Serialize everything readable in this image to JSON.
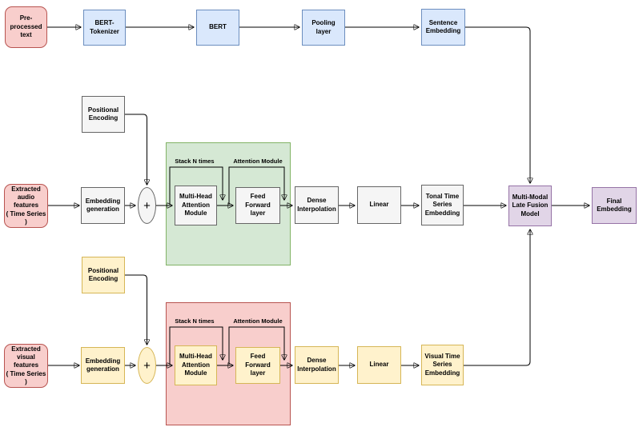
{
  "colors": {
    "pink_fill": "#F8CECC",
    "pink_border": "#B85450",
    "blue_fill": "#DAE8FC",
    "blue_border": "#6C8EBF",
    "gray_fill": "#F5F5F5",
    "gray_border": "#666666",
    "green_fill": "#D5E8D4",
    "green_border": "#82B366",
    "yellow_fill": "#FFF2CC",
    "yellow_border": "#D6B656",
    "purple_fill": "#E1D5E7",
    "purple_border": "#9673A6",
    "wire": "#000000"
  },
  "text_branch": {
    "input": "Pre-processed\ntext",
    "tokenizer": "BERT-\nTokenizer",
    "bert": "BERT",
    "pooling": "Pooling layer",
    "sentence_embedding": "Sentence\nEmbedding"
  },
  "audio_branch": {
    "input": "Extracted\naudio features\n( Time Series )",
    "embedding_generation": "Embedding\ngeneration",
    "positional_encoding": "Positional\nEncoding",
    "add_symbol": "+",
    "stack_label": "Stack N times",
    "attention_module_label": "Attention Module",
    "multi_head_attention": "Multi-Head\nAttention\nModule",
    "feed_forward": "Feed Forward\nlayer",
    "dense_interpolation": "Dense\nInterpolation",
    "linear": "Linear",
    "output_embedding": "Tonal Time\nSeries\nEmbedding"
  },
  "visual_branch": {
    "input": "Extracted\nvisual features\n( Time Series )",
    "embedding_generation": "Embedding\ngeneration",
    "positional_encoding": "Positional\nEncoding",
    "add_symbol": "+",
    "stack_label": "Stack N times",
    "attention_module_label": "Attention Module",
    "multi_head_attention": "Multi-Head\nAttention\nModule",
    "feed_forward": "Feed Forward\nlayer",
    "dense_interpolation": "Dense\nInterpolation",
    "linear": "Linear",
    "output_embedding": "Visual Time\nSeries\nEmbedding"
  },
  "fusion": {
    "late_fusion_model": "Multi-Modal\nLate Fusion\nModel",
    "final_embedding": "Final\nEmbedding"
  }
}
